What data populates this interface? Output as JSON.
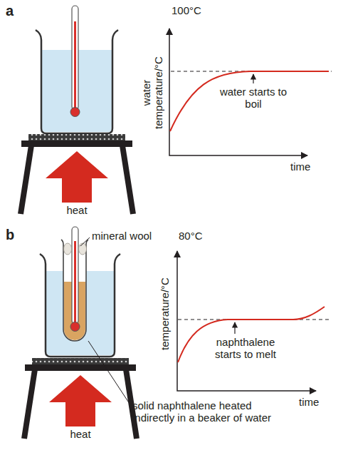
{
  "diagram": {
    "labels": [
      "a",
      "100°C",
      "water temperature/°C",
      "water starts to boil",
      "time",
      "heat",
      "b",
      "mineral wool",
      "80°C",
      "temperature/°C",
      "naphthalene starts to melt",
      "time",
      "solid naphthalene heated indirectly in a beaker of water",
      "heat"
    ]
  }
}
